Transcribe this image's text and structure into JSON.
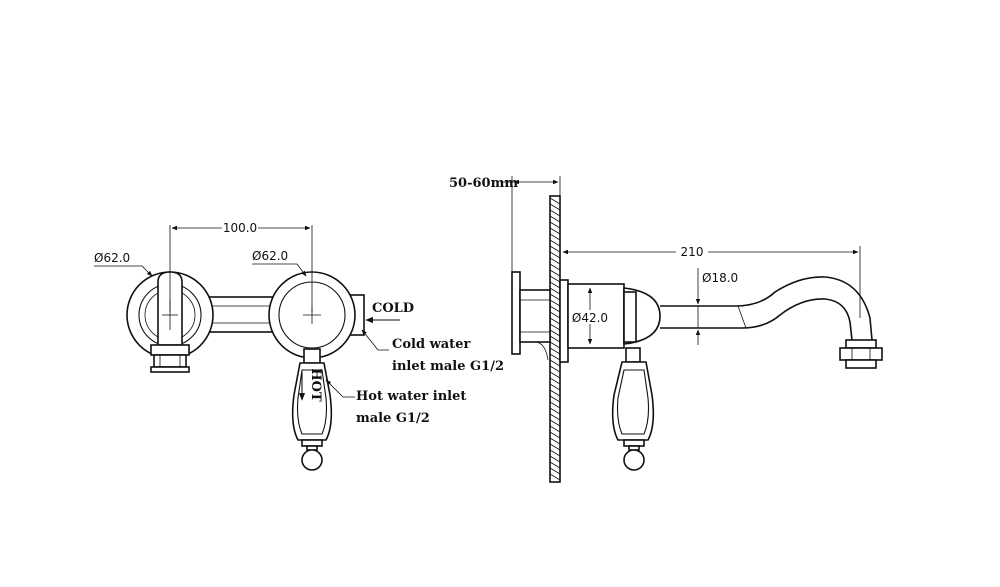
{
  "front_view": {
    "dim_spacing": "100.0",
    "dim_left_diameter": "Ø62.0",
    "dim_right_diameter": "Ø62.0",
    "cold_label": "COLD",
    "hot_label": "HOT",
    "cold_note_line1": "Cold water",
    "cold_note_line2": "inlet male G1/2",
    "hot_note_line1": "Hot water inlet",
    "hot_note_line2": "male G1/2"
  },
  "side_view": {
    "dim_wall_depth": "50-60mm",
    "dim_spout_reach": "210",
    "dim_spout_diameter": "Ø18.0",
    "dim_body_diameter": "Ø42.0"
  }
}
